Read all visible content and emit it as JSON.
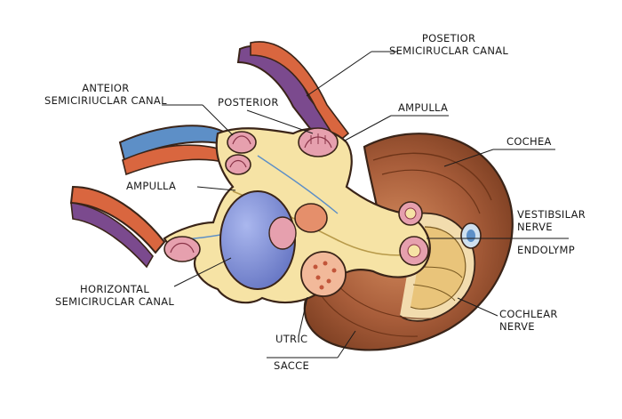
{
  "labels": {
    "posterior_canal": [
      "POSETIOR",
      "SEMICIRUCLAR CANAL"
    ],
    "anterior_canal": [
      "ANTEIOR",
      "SEMICIRIUCLAR CANAL"
    ],
    "posterior": "POSTERIOR",
    "ampulla_top": "AMPULLA",
    "cochlea": "COCHEA",
    "ampulla_left": "AMPULLA",
    "vestibular_nerve": [
      "VESTIBSILAR",
      "NERVE"
    ],
    "endolymph": "ENDOLYMP",
    "horizontal_canal": [
      "HORIZONTAL",
      "SEMICIRUCLAR CANAL"
    ],
    "cochlear_nerve": [
      "COCHLEAR",
      "NERVE"
    ],
    "utric": "UTRIC",
    "sacce": "SACCE"
  },
  "colors": {
    "outline": "#3a2418",
    "canal_outer": "#d9663f",
    "canal_blue": "#5d8fc7",
    "canal_purple": "#7b4a8e",
    "membrane": "#f6e3a5",
    "cochlea": "#9c5434",
    "cochlea_light": "#c57a4d",
    "ampulla": "#e6a0ae",
    "utricle": "#7f8fd6",
    "saccule": "#f2b99a"
  }
}
